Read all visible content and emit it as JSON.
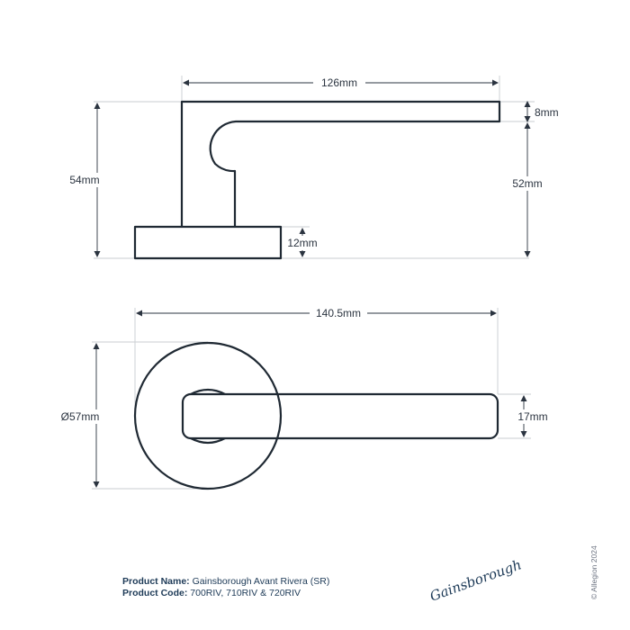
{
  "dimensions": {
    "lever_length": "126mm",
    "lever_thickness": "8mm",
    "overall_height": "54mm",
    "height_to_lever": "52mm",
    "rose_thickness": "12mm",
    "overall_length": "140.5mm",
    "rose_diameter": "Ø57mm",
    "lever_width": "17mm"
  },
  "product": {
    "name_label": "Product Name:",
    "name_value": "Gainsborough Avant Rivera (SR)",
    "code_label": "Product Code:",
    "code_value": "700RIV, 710RIV & 720RIV"
  },
  "brand": {
    "logo_text": "Gainsborough"
  },
  "copyright": "© Allegion 2024"
}
